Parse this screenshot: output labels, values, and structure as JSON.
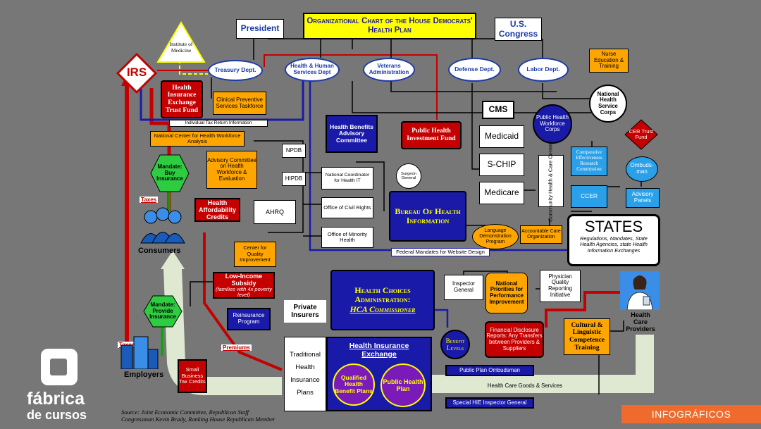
{
  "title": "Organizational Chart of the House Democrats' Health Plan",
  "top": {
    "president": "President",
    "congress": "U.S. Congress",
    "iom": "Institute of Medicine"
  },
  "departments": {
    "treasury": "Treasury Dept.",
    "hhs": "Health & Human Services Dept",
    "va": "Veterans Administration",
    "defense": "Defense Dept.",
    "labor": "Labor Dept."
  },
  "left": {
    "irs": "IRS",
    "hietf": "Health Insurance Exchange Trust Fund",
    "cpst": "Clinical Preventive Services Taskforce",
    "itri": "Individual Tax Return Information",
    "nchwa": "National Center for Health Workforce Analysis",
    "acwe": "Advisory Committee on Health Workforce & Evaluation",
    "mandate_buy": "Mandate: Buy Insurance",
    "npdb": "NPDB",
    "hipdb": "HIPDB",
    "taxes1": "Taxes",
    "consumers": "Consumers",
    "hac": "Health Affordability Credits",
    "ahrq": "AHRQ",
    "cqi": "Center for Quality Improvement",
    "lis": "Low-Income Subsidy",
    "lis_note": "(families with 4x poverty level)",
    "mandate_provide": "Mandate: Provide Insurance",
    "reinsurance": "Reinsurance Program",
    "taxes2": "Taxes",
    "premiums": "Premiums",
    "employers": "Employers",
    "sbtc": "Small Business Tax Credits"
  },
  "center": {
    "hbac": "Health Benefits Advisory Committee",
    "phif": "Public Health Investment Fund",
    "nchit": "National Coordinator for Health IT",
    "ocr": "Office of Civil Rights",
    "omh": "Office of Minority Health",
    "surgeon": "Surgeon General",
    "bhi": "Bureau Of Health Information",
    "fmwd": "Federal Mandates for Website Design",
    "hca": "Health Choices Administration:",
    "hca_sub": "HCA Commissioner",
    "private_insurers": "Private Insurers",
    "inspector": "Inspector General",
    "benefit_levels": "Benefit Levels",
    "trad_plans": "Traditional Health Insurance Plans",
    "hie": "Health Insurance Exchange",
    "qhbp": "Qualified Health Benefit Plans",
    "public_plan": "Public Health Plan",
    "ppo": "Public Plan Ombudsman",
    "hcgs": "Health Care Goods & Services",
    "shie": "Special HIE Inspector General"
  },
  "right": {
    "nurse": "Nurse Education & Training",
    "nhsc": "National Health Service Corps",
    "cms": "CMS",
    "medicaid": "Medicaid",
    "schip": "S-CHIP",
    "medicare": "Medicare",
    "chcc": "Community Health & Care Centers",
    "phwc": "Public Health Workforce Corps",
    "cer_tf": "CER Trust Fund",
    "cerc": "Comparative Effectiveness Research Commission",
    "ombudsman": "Ombuds-man",
    "ccer": "CCER",
    "advisory_panels": "Advisory Panels",
    "ldp": "Language Demonstration Program",
    "aco": "Accountable Care Organization",
    "states": "STATES",
    "states_note": "Regulations, Mandates, State Health Agencies, state Health Information Exchanges",
    "nppi": "National Priorities for Performance Improvement",
    "pqri": "Physician Quality Reporting Initiative",
    "fdr": "Financial Disclosure Reports: Any Transfers between Providers & Suppliers",
    "clct": "Cultural & Linguistic Competence Training",
    "hcp": "Health Care Providers"
  },
  "source": {
    "line1": "Source: Joint Economic Committee, Republican Staff",
    "line2": "Congressman Kevin Brady, Ranking House Republican Member"
  },
  "brand": {
    "name": "fábrica",
    "name2": "de cursos",
    "tag": "INFOGRÁFICOS"
  },
  "colors": {
    "navy": "#1a1aa8",
    "red": "#c40000",
    "yellow": "#ffff00",
    "orange": "#ffa500",
    "accent": "#ef6b2d"
  }
}
